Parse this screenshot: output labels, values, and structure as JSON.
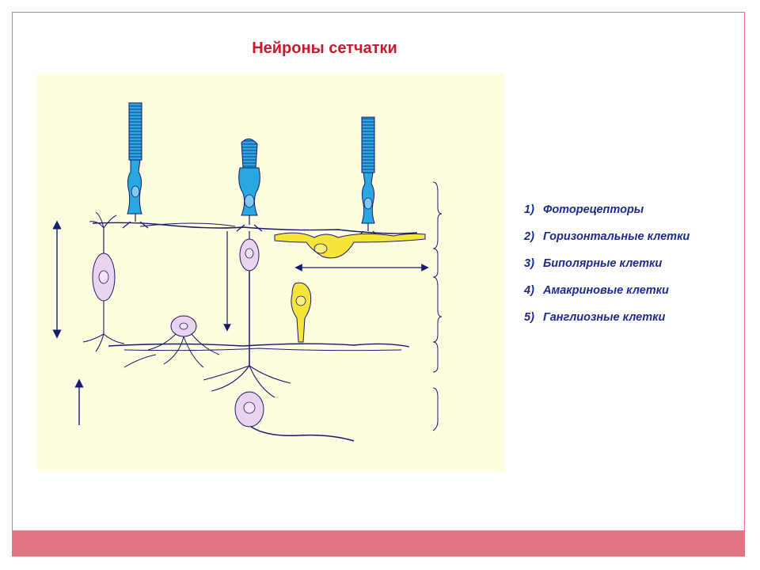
{
  "slide": {
    "title": "Нейроны сетчатки",
    "colors": {
      "title": "#c8192f",
      "frame": "#e07a88",
      "footer": "#e57482",
      "figure_bg": "#fefde0",
      "legend_text": "#1e2b8c",
      "photoreceptor": "#29a8e0",
      "horizontal_cell": "#f5e53a",
      "neuron_outline": "#1a1a6e"
    }
  },
  "legend": {
    "items": [
      {
        "num": "1)",
        "label": "Фоторецепторы"
      },
      {
        "num": "2)",
        "label": "Горизонтальные клетки"
      },
      {
        "num": "3)",
        "label": "Биполярные клетки"
      },
      {
        "num": "4)",
        "label": "Амакриновые клетки"
      },
      {
        "num": "5)",
        "label": "Ганглиозные клетки"
      }
    ]
  }
}
